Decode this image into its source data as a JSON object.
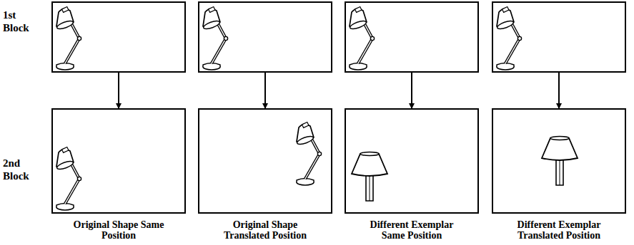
{
  "diagram": {
    "nodes": [
      {
        "text": [
          "1st Block"
        ]
      },
      {
        "text": []
      },
      {
        "text": []
      },
      {
        "text": []
      },
      {
        "text": [
          "2nd Block",
          "Original Shape Same Position"
        ]
      },
      {
        "text": [
          "Original Shape Translated Position"
        ]
      },
      {
        "text": [
          "Different Exemplar Same Position"
        ]
      },
      {
        "text": [
          "Different Exemplar Translated Position"
        ]
      }
    ],
    "edges": [
      {
        "from": 0,
        "to": 4,
        "arrow": "to"
      },
      {
        "from": 1,
        "to": 5,
        "arrow": "to"
      },
      {
        "from": 2,
        "to": 6,
        "arrow": "to"
      },
      {
        "from": 3,
        "to": 7,
        "arrow": "to"
      }
    ]
  }
}
